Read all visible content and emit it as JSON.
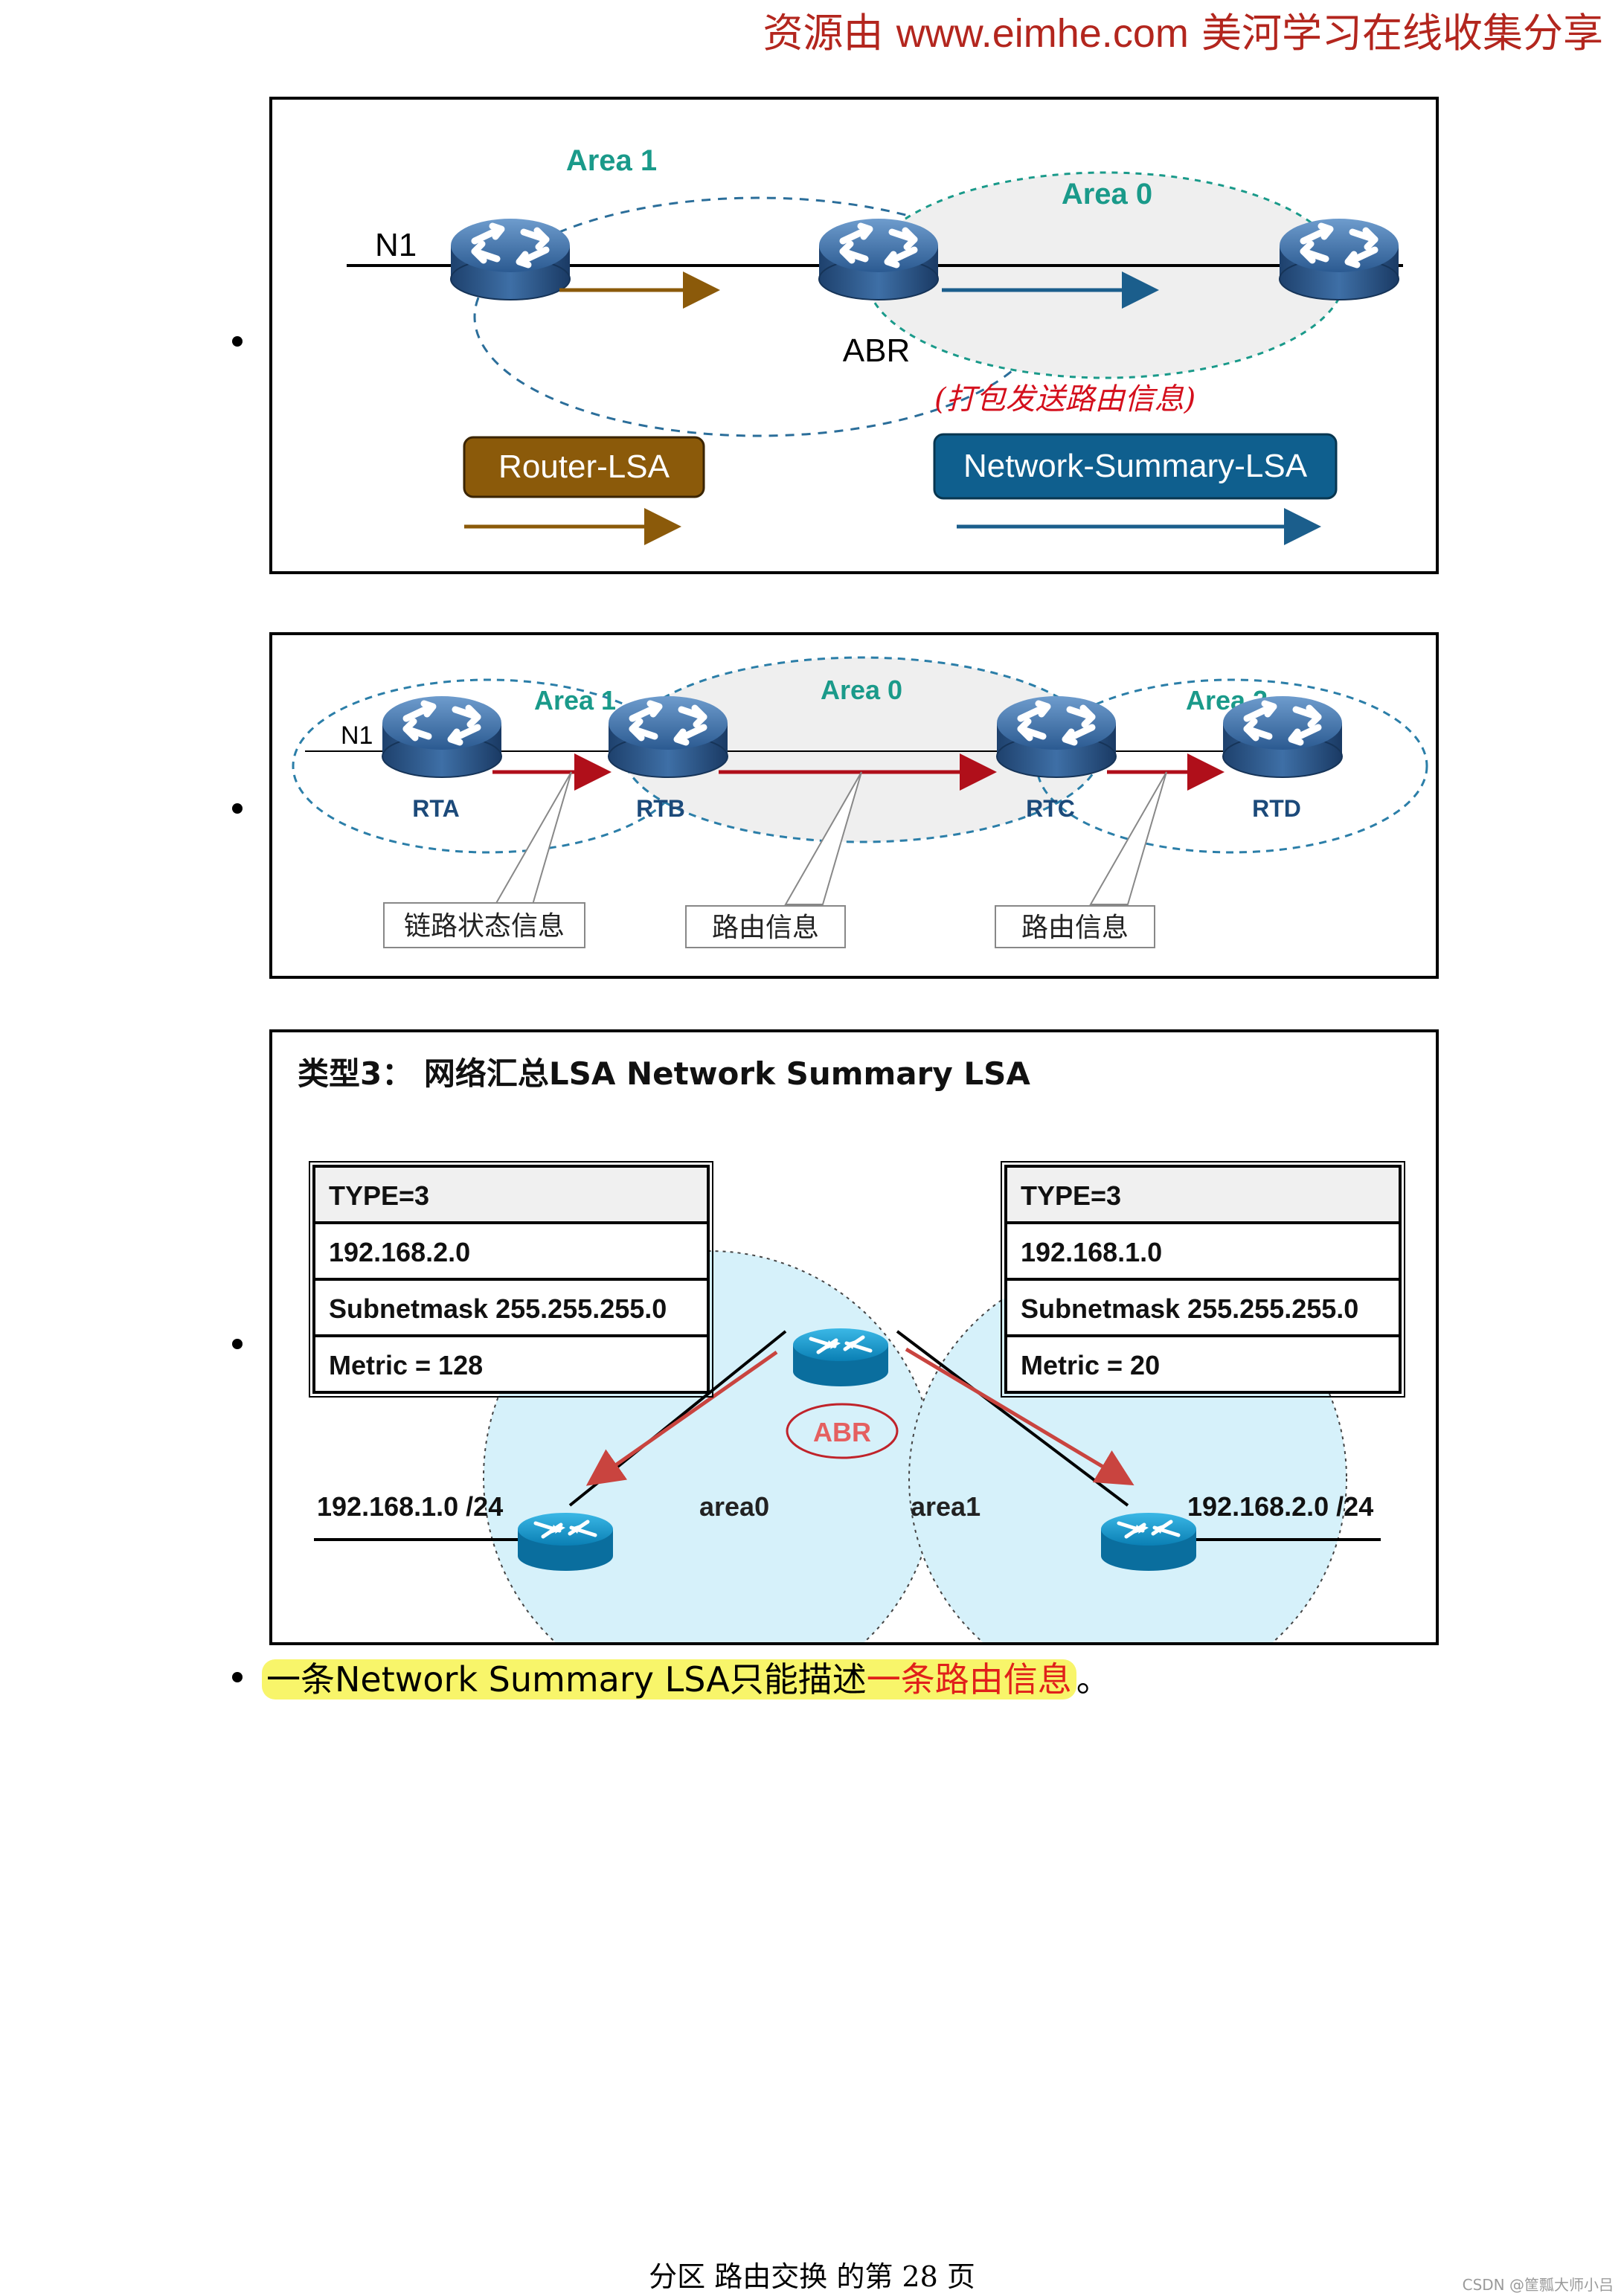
{
  "watermark": {
    "prefix": "资源由 ",
    "url": "www.eimhe.com",
    "suffix": " 美河学习在线收集分享"
  },
  "figure1": {
    "area1": "Area 1",
    "area0": "Area 0",
    "n1": "N1",
    "abr": "ABR",
    "note": "(打包发送路由信息)",
    "router_lsa": "Router-LSA",
    "network_summary_lsa": "Network-Summary-LSA"
  },
  "figure2": {
    "area1": "Area 1",
    "area0": "Area 0",
    "area2": "Area 2",
    "n1": "N1",
    "routers": [
      "RTA",
      "RTB",
      "RTC",
      "RTD"
    ],
    "callouts": [
      "链路状态信息",
      "路由信息",
      "路由信息"
    ]
  },
  "figure3": {
    "title": "类型3： 网络汇总LSA Network Summary LSA",
    "left_table": [
      "TYPE=3",
      "192.168.2.0",
      "Subnetmask 255.255.255.0",
      "Metric = 128"
    ],
    "right_table": [
      "TYPE=3",
      "192.168.1.0",
      "Subnetmask 255.255.255.0",
      "Metric = 20"
    ],
    "abr": "ABR",
    "area0": "area0",
    "area1": "area1",
    "left_net": "192.168.1.0 /24",
    "right_net": "192.168.2.0 /24"
  },
  "bullet_text": {
    "part1": "一条Network Summary LSA只能描述",
    "part2": "一条路由信息",
    "end": "。"
  },
  "footer": "分区 路由交换 的第 28 页",
  "csdn": "CSDN @筐瓢大师小吕",
  "colors": {
    "teal": "#1a9a8a",
    "brown": "#8b5a0a",
    "blue_box": "#0f5f8e",
    "red_arrow": "#b00f1a",
    "router": "#2f5f93",
    "light_blue": "#d6f1fa"
  }
}
